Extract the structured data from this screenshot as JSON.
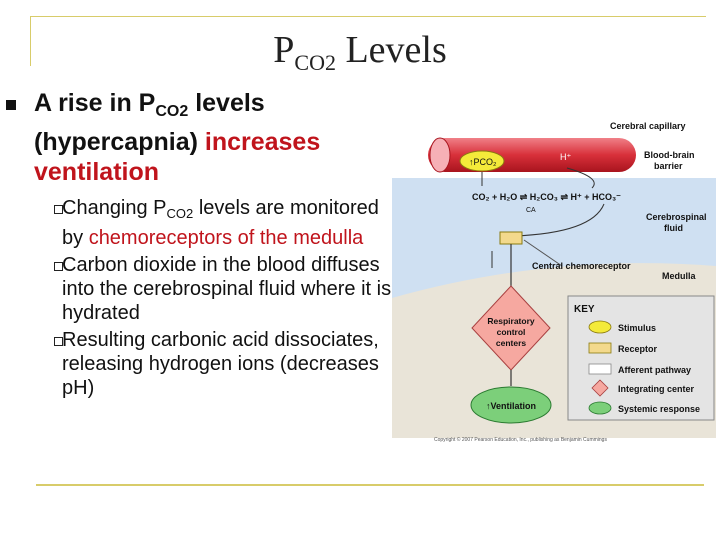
{
  "slide": {
    "title_main": "P",
    "title_sub": "CO2",
    "title_rest": " Levels",
    "main_bullet": {
      "part1": "A rise in P",
      "sub": "CO2",
      "part2": " levels (hypercapnia) ",
      "highlight": "increases ventilation"
    },
    "sub_bullets": [
      {
        "pre": "Changing P",
        "sub": "CO2",
        "mid": " levels are monitored by ",
        "highlight": "chemoreceptors of the medulla"
      },
      {
        "text": "Carbon dioxide in the blood diffuses into the cerebrospinal fluid where it is hydrated"
      },
      {
        "text": "Resulting carbonic acid dissociates, releasing hydrogen ions (decreases pH)"
      }
    ]
  },
  "diagram": {
    "labels": {
      "cerebral_capillary": "Cerebral capillary",
      "blood_brain_barrier_1": "Blood-brain",
      "blood_brain_barrier_2": "barrier",
      "pco2": "↑PCO₂",
      "h_plus": "H⁺",
      "reaction": "CO₂ + H₂O ⇌ H₂CO₃ ⇌ H⁺ + HCO₃⁻",
      "ca": "CA",
      "csf_1": "Cerebrospinal",
      "csf_2": "fluid",
      "central_chemoreceptor": "Central chemoreceptor",
      "medulla": "Medulla",
      "resp_1": "Respiratory",
      "resp_2": "control",
      "resp_3": "centers",
      "ventilation": "↑Ventilation",
      "copyright": "Copyright © 2007 Pearson Education, Inc., publishing as Benjamin Cummings"
    },
    "key": {
      "title": "KEY",
      "items": [
        {
          "label": "Stimulus",
          "color": "#f4ea3a",
          "shape": "oval"
        },
        {
          "label": "Receptor",
          "color": "#f3d98c",
          "shape": "rect"
        },
        {
          "label": "Afferent pathway",
          "color": "#ffffff",
          "shape": "rect"
        },
        {
          "label": "Integrating center",
          "color": "#f6a8a0",
          "shape": "diamond"
        },
        {
          "label": "Systemic response",
          "color": "#7ccf7a",
          "shape": "oval"
        }
      ]
    },
    "colors": {
      "capillary": "#d8303a",
      "csf": "#cfe0f2",
      "medulla": "#e9e4d8",
      "stimulus": "#f4ea3a",
      "receptor": "#f3d98c",
      "integrating": "#f6a8a0",
      "response": "#7ccf7a"
    }
  }
}
